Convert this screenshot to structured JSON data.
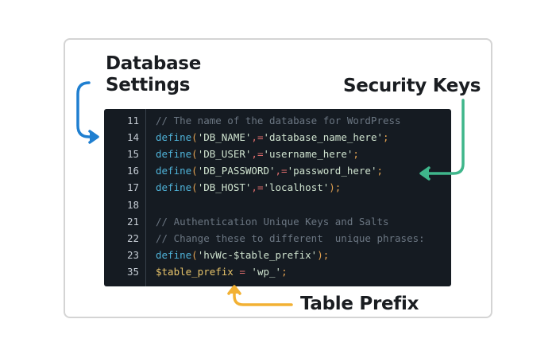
{
  "annotations": {
    "database_settings": "Database Settings",
    "security_keys": "Security Keys",
    "table_prefix": "Table Prefix"
  },
  "colors": {
    "blue_arrow": "#1f7fd0",
    "green_arrow": "#3fb68b",
    "yellow_arrow": "#f2b134",
    "code_bg": "#151b22"
  },
  "code_lines": [
    {
      "num": "11",
      "tokens": [
        {
          "t": "// The name of the database for WordPress",
          "c": "c"
        }
      ]
    },
    {
      "num": "14",
      "tokens": [
        {
          "t": "define",
          "c": "k"
        },
        {
          "t": "(",
          "c": "p"
        },
        {
          "t": "'DB_NAME'",
          "c": "s"
        },
        {
          "t": ",=",
          "c": "o"
        },
        {
          "t": "'database_name_here'",
          "c": "s"
        },
        {
          "t": ";",
          "c": "p"
        }
      ]
    },
    {
      "num": "15",
      "tokens": [
        {
          "t": "define",
          "c": "k"
        },
        {
          "t": "(",
          "c": "p"
        },
        {
          "t": "'DB_USER'",
          "c": "s"
        },
        {
          "t": ",=",
          "c": "o"
        },
        {
          "t": "'username_here'",
          "c": "s"
        },
        {
          "t": ";",
          "c": "p"
        }
      ]
    },
    {
      "num": "16",
      "tokens": [
        {
          "t": "define",
          "c": "k"
        },
        {
          "t": "(",
          "c": "p"
        },
        {
          "t": "'DB_PASSWORD'",
          "c": "s"
        },
        {
          "t": ",=",
          "c": "o"
        },
        {
          "t": "'password_here'",
          "c": "s"
        },
        {
          "t": ";",
          "c": "p"
        }
      ]
    },
    {
      "num": "17",
      "tokens": [
        {
          "t": "define",
          "c": "k"
        },
        {
          "t": "(",
          "c": "p"
        },
        {
          "t": "'DB_HOST'",
          "c": "s"
        },
        {
          "t": ",=",
          "c": "o"
        },
        {
          "t": "'localhost'",
          "c": "s"
        },
        {
          "t": ");",
          "c": "p"
        }
      ]
    },
    {
      "num": "18",
      "tokens": []
    },
    {
      "num": "21",
      "tokens": [
        {
          "t": "// Authentication Unique Keys and Salts",
          "c": "c"
        }
      ]
    },
    {
      "num": "22",
      "tokens": [
        {
          "t": "// Change these to different  unique phrases:",
          "c": "c"
        }
      ]
    },
    {
      "num": "23",
      "tokens": [
        {
          "t": "define",
          "c": "k"
        },
        {
          "t": "(",
          "c": "p"
        },
        {
          "t": "'hvWc-$table_prefix'",
          "c": "s"
        },
        {
          "t": ");",
          "c": "p"
        }
      ]
    },
    {
      "num": "35",
      "tokens": [
        {
          "t": "$table_prefix",
          "c": "v"
        },
        {
          "t": " = ",
          "c": "o"
        },
        {
          "t": "'wp_'",
          "c": "s"
        },
        {
          "t": ";",
          "c": "p"
        }
      ]
    }
  ]
}
